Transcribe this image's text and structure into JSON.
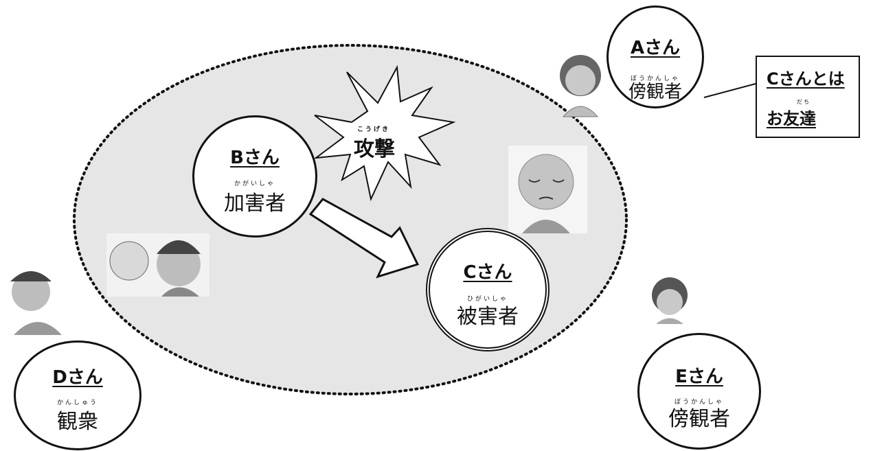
{
  "circles": {
    "a": {
      "name": "Aさん",
      "ruby": "ぼうかんしゃ",
      "role": "傍観者"
    },
    "b": {
      "name": "Bさん",
      "ruby": "かがいしゃ",
      "role": "加害者"
    },
    "c": {
      "name": "Cさん",
      "ruby": "ひがいしゃ",
      "role": "被害者"
    },
    "d": {
      "name": "Dさん",
      "ruby": "かんしゅう",
      "role": "観衆"
    },
    "e": {
      "name": "Eさん",
      "ruby": "ぼうかんしゃ",
      "role": "傍観者"
    }
  },
  "attack": {
    "ruby": "こうげき",
    "label": "攻撃"
  },
  "note": {
    "line1": "Cさんとは",
    "line2": "お友達",
    "ruby": "だち"
  },
  "colors": {
    "ellipse_fill": "#e6e6e6",
    "outline": "#111111",
    "background": "#ffffff"
  }
}
